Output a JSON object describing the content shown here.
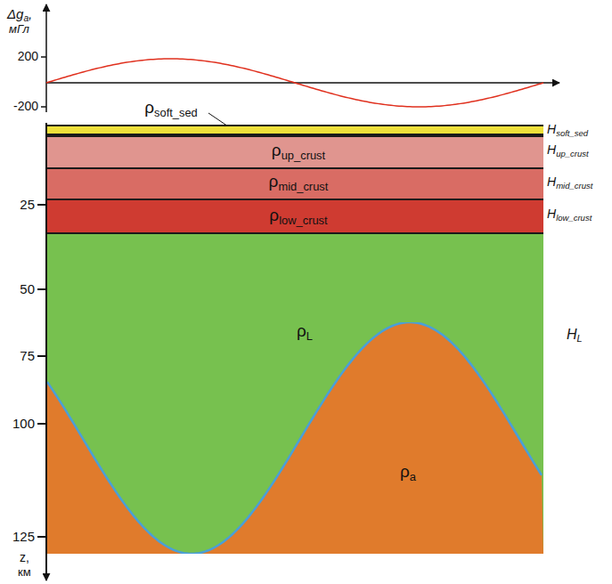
{
  "diagram": {
    "nodes": [
      {
        "text": [
          "ρsoft_sed"
        ]
      },
      {
        "text": [
          "ρup_crust"
        ]
      },
      {
        "text": [
          "ρmid_crust"
        ]
      },
      {
        "text": [
          "ρlow_crust"
        ]
      },
      {
        "text": [
          "ρL"
        ]
      },
      {
        "text": [
          "ρa"
        ]
      }
    ],
    "labels": [
      "Δga,",
      "мГл",
      "200",
      "-200",
      "z,",
      "км",
      "25",
      "50",
      "75",
      "100",
      "125",
      "Hsoft_sed",
      "Hup_crust",
      "Hmid_crust",
      "Hlow_crust",
      "HL"
    ]
  }
}
